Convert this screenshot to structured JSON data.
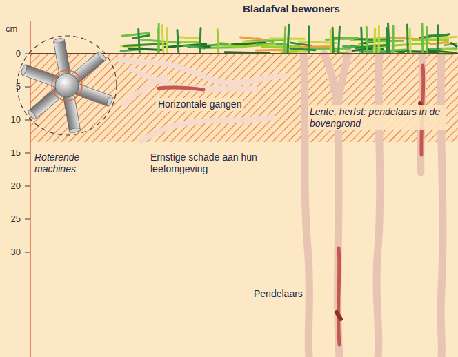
{
  "diagram": {
    "labels": [
      "Bladafval bewoners",
      "cm",
      "0",
      "5",
      "10",
      "15",
      "20",
      "25",
      "30",
      "Horizontale gangen",
      "Lente, herfst: pendelaars in de bovengrond",
      "Roterende machines",
      "Ernstige schade aan hun leefomgeving",
      "Pendelaars"
    ]
  }
}
